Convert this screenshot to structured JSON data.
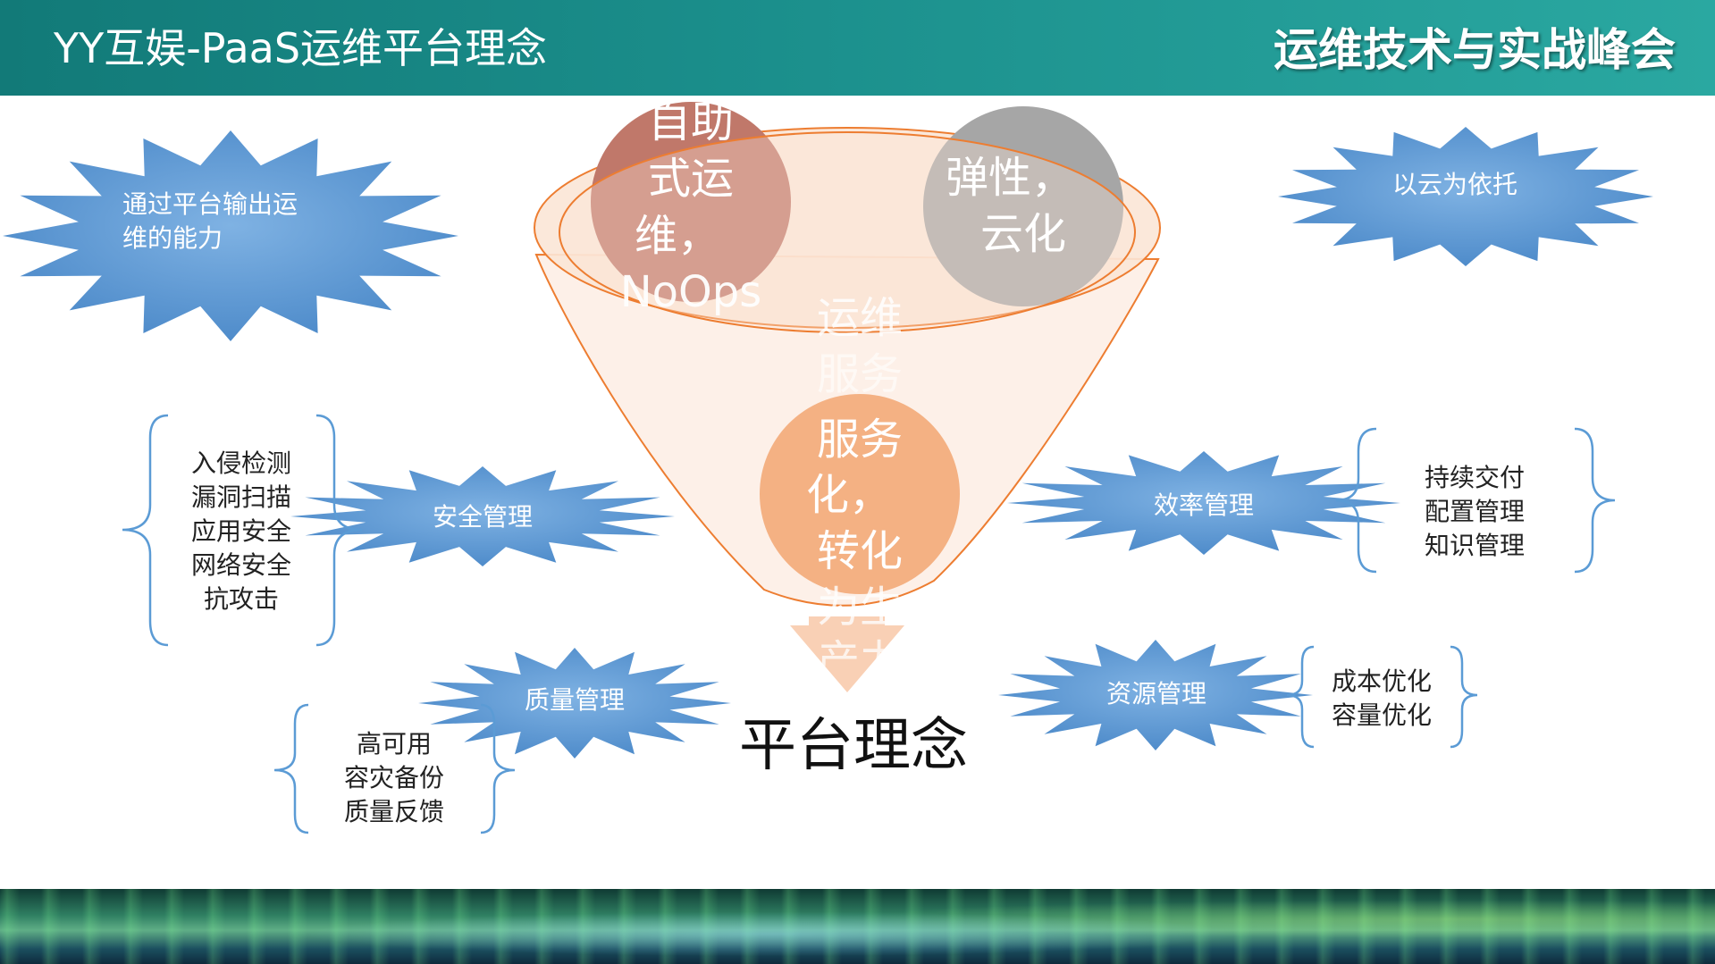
{
  "header": {
    "title": "YY互娱-PaaS运维平台理念",
    "event": "运维技术与实战峰会"
  },
  "center_title": "平台理念",
  "circles": {
    "noops": {
      "lines": [
        "自助",
        "式运",
        "维，",
        "NoOps"
      ],
      "color": "#c0786a"
    },
    "elastic": {
      "lines": [
        "弹性，",
        "云化"
      ],
      "color": "#a6a6a6"
    },
    "service": {
      "lines": [
        "运维",
        "服务",
        "化，",
        "转化",
        "为生",
        "产力"
      ],
      "color": "#f4b183"
    }
  },
  "stars": {
    "platform_output": {
      "lines": [
        "通过平台输出运",
        "维的能力"
      ]
    },
    "cloud": {
      "lines": [
        "以云为依托"
      ]
    },
    "security": {
      "label": "安全管理"
    },
    "efficiency": {
      "label": "效率管理"
    },
    "quality": {
      "label": "质量管理"
    },
    "resource": {
      "label": "资源管理"
    }
  },
  "lists": {
    "security": [
      "入侵检测",
      "漏洞扫描",
      "应用安全",
      "网络安全",
      "抗攻击"
    ],
    "efficiency": [
      "持续交付",
      "配置管理",
      "知识管理"
    ],
    "quality": [
      "高可用",
      "容灾备份",
      "质量反馈"
    ],
    "resource": [
      "成本优化",
      "容量优化"
    ]
  },
  "colors": {
    "star": "#5b9bd5",
    "funnel_stroke": "#ed7d31",
    "funnel_fill": "#fbe5d6",
    "arrow": "#f8cbad"
  }
}
